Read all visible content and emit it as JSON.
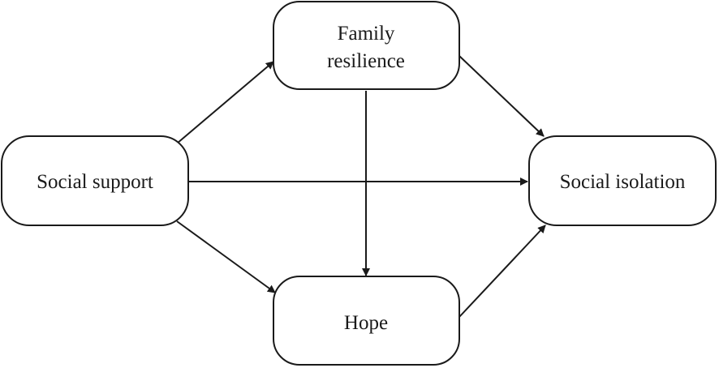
{
  "colors": {
    "stroke": "#1a1a1a",
    "fill": "#ffffff",
    "text": "#1a1a1a"
  },
  "nodes": {
    "family_resilience": {
      "line1": "Family",
      "line2": "resilience"
    },
    "social_support": {
      "label": "Social support"
    },
    "social_isolation": {
      "label": "Social isolation"
    },
    "hope": {
      "label": "Hope"
    }
  },
  "edges": [
    {
      "from": "social_support",
      "to": "family_resilience"
    },
    {
      "from": "social_support",
      "to": "social_isolation"
    },
    {
      "from": "social_support",
      "to": "hope"
    },
    {
      "from": "family_resilience",
      "to": "social_isolation"
    },
    {
      "from": "family_resilience",
      "to": "hope"
    },
    {
      "from": "hope",
      "to": "social_isolation"
    }
  ]
}
